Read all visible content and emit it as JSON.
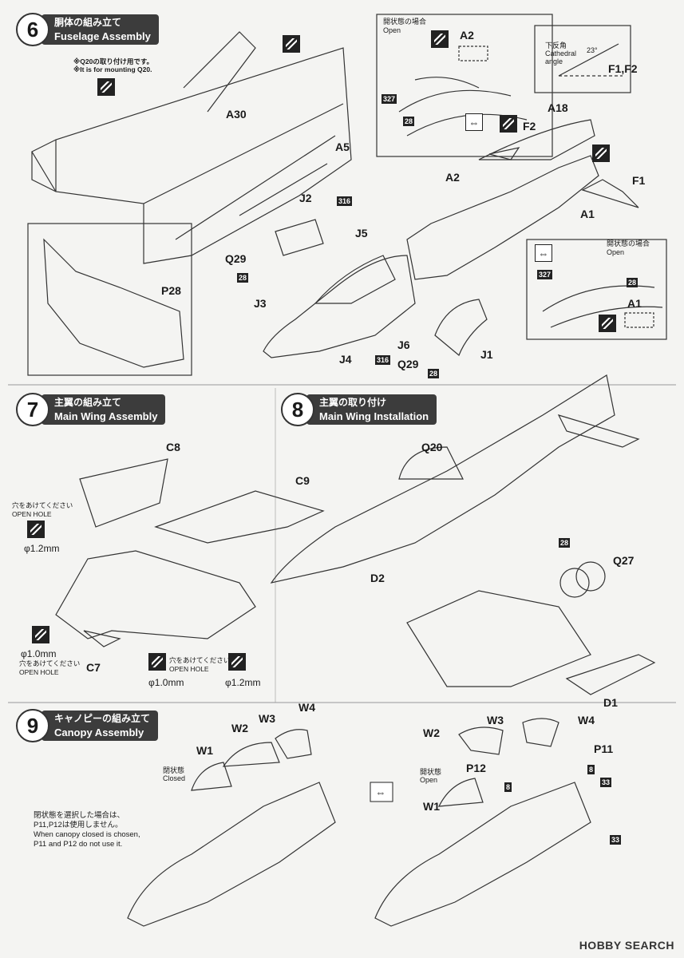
{
  "steps": [
    {
      "num": "6",
      "jp": "胴体の組み立て",
      "en": "Fuselage Assembly"
    },
    {
      "num": "7",
      "jp": "主翼の組み立て",
      "en": "Main Wing Assembly"
    },
    {
      "num": "8",
      "jp": "主翼の取り付け",
      "en": "Main Wing Installation"
    },
    {
      "num": "9",
      "jp": "キャノピーの組み立て",
      "en": "Canopy Assembly"
    }
  ],
  "step6": {
    "note_jp": "※Q20の取り付け用です。",
    "note_en": "※It is for mounting Q20.",
    "parts": [
      "A30",
      "A5",
      "P28",
      "J2",
      "J5",
      "Q29",
      "J3",
      "J4",
      "J6",
      "Q29",
      "J1",
      "A2",
      "A1",
      "A18",
      "F2",
      "F1"
    ],
    "open_box_top": {
      "jp": "開状態の場合",
      "en": "Open",
      "part": "A2"
    },
    "open_box_right": {
      "jp": "開状態の場合",
      "en": "Open",
      "part": "A1"
    },
    "cathedral": {
      "jp": "下反角",
      "en1": "Cathedral",
      "en2": "angle",
      "deg": "23°",
      "parts": "F1,F2"
    },
    "paint_codes": [
      "316",
      "28",
      "316",
      "28",
      "327",
      "28",
      "327",
      "28"
    ]
  },
  "step7": {
    "parts": [
      "C8",
      "C9",
      "C7"
    ],
    "hole_jp": "穴をあけてください",
    "hole_en": "OPEN HOLE",
    "d12a": "φ1.2mm",
    "d10a": "φ1.0mm",
    "d10b": "φ1.0mm",
    "d12b": "φ1.2mm"
  },
  "step8": {
    "parts": [
      "Q20",
      "D2",
      "Q27",
      "D1"
    ],
    "paint": "28"
  },
  "step9": {
    "left_parts": [
      "W1",
      "W2",
      "W3",
      "W4"
    ],
    "closed_jp": "閉状態",
    "closed_en": "Closed",
    "note_jp1": "閉状態を選択した場合は、",
    "note_jp2": "P11,P12は使用しません。",
    "note_en1": "When canopy closed is chosen,",
    "note_en2": "P11 and P12 do not use it.",
    "right_parts": [
      "W2",
      "W3",
      "W4",
      "P11",
      "P12",
      "W1"
    ],
    "open_jp": "開状態",
    "open_en": "Open",
    "paint": [
      "8",
      "8",
      "33",
      "33"
    ]
  },
  "watermark": "HOBBY SEARCH"
}
